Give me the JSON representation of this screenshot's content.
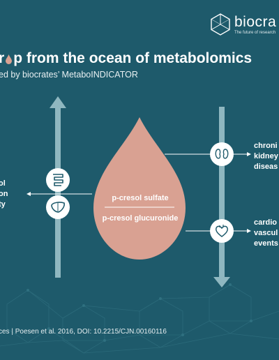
{
  "brand": {
    "name": "biocra",
    "tagline": "The future of research"
  },
  "header": {
    "title_fragment_1": "r",
    "title_fragment_2": "p",
    "title_rest": "from the ocean of metabolomics",
    "subtitle": "ed by biocrates’ MetaboINDICATOR"
  },
  "left_labels": [
    "ol",
    "on",
    "ty"
  ],
  "drop": {
    "metabolite_1": "p-cresol sulfate",
    "metabolite_2": "p-cresol glucuronide"
  },
  "outcomes": {
    "kidney": [
      "chroni",
      "kidney",
      "diseas"
    ],
    "cardio": [
      "cardio",
      "vascul",
      "events"
    ]
  },
  "icons": {
    "intestine": "intestine-icon",
    "liver": "liver-icon",
    "kidney": "kidney-icon",
    "heart": "heart-icon"
  },
  "colors": {
    "background": "#1e5a6b",
    "drop": "#d9a192",
    "arrow": "#8fb7c0"
  },
  "footer": "ces | Poesen et al. 2016, DOI: 10.2215/CJN.00160116"
}
